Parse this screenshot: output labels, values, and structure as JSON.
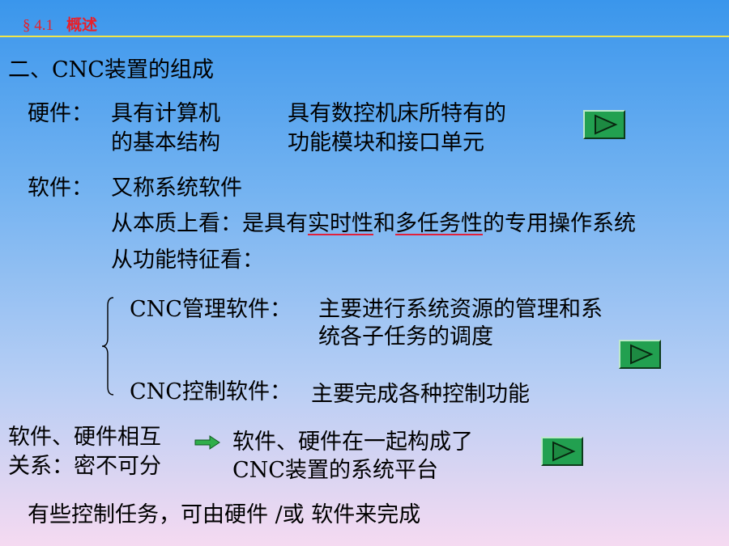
{
  "header": {
    "section_num": "§ 4.1",
    "section_title": "概述"
  },
  "heading": "二、CNC装置的组成",
  "hardware": {
    "label": "硬件：",
    "col1_line1": "具有计算机",
    "col1_line2": "的基本结构",
    "col2_line1": "具有数控机床所特有的",
    "col2_line2": "功能模块和接口单元"
  },
  "software": {
    "label": "软件：",
    "line1": "又称系统软件",
    "line2_a": "从本质上看：是具有",
    "line2_u1": "实时性",
    "line2_b": "和",
    "line2_u2": "多任务性",
    "line2_c": "的专用操作系统",
    "line3": "从功能特征看："
  },
  "mgmt": {
    "label": "CNC管理软件：",
    "desc_line1": "主要进行系统资源的管理和系",
    "desc_line2": "统各子任务的调度"
  },
  "ctrl": {
    "label": "CNC控制软件：",
    "desc": "主要完成各种控制功能"
  },
  "relation": {
    "left_line1": "软件、硬件相互",
    "left_line2": "关系：密不可分",
    "right_line1": "软件、硬件在一起构成了",
    "right_line2": "CNC装置的系统平台"
  },
  "footer": "有些控制任务，可由硬件 /或 软件来完成",
  "colors": {
    "header_text": "#e8202a",
    "header_line": "#f2e64a",
    "play_button": "#22a050",
    "arrow": "#2fae4a",
    "underline": "#e0203a"
  },
  "icons": [
    "play-icon",
    "right-arrow-icon",
    "left-brace-icon"
  ]
}
